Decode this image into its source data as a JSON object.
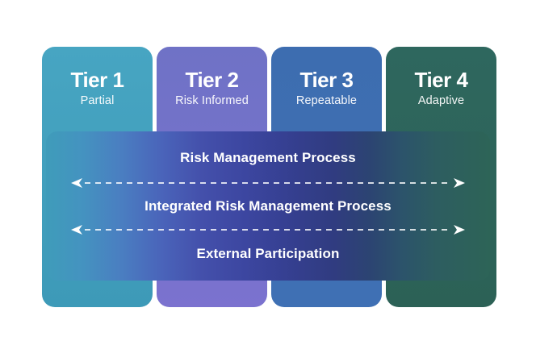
{
  "diagram": {
    "background": "#ffffff",
    "tiers": [
      {
        "label": "Tier 1",
        "sublabel": "Partial",
        "colors": [
          "#47a5c2",
          "#3d9ab8"
        ]
      },
      {
        "label": "Tier 2",
        "sublabel": "Risk Informed",
        "colors": [
          "#6f72c6",
          "#7b72cf"
        ]
      },
      {
        "label": "Tier 3",
        "sublabel": "Repeatable",
        "colors": [
          "#3d6db0",
          "#3f70b4"
        ]
      },
      {
        "label": "Tier 4",
        "sublabel": "Adaptive",
        "colors": [
          "#2e675e",
          "#2c6156"
        ]
      }
    ],
    "overlay": {
      "rows": [
        "Risk Management Process",
        "Integrated Risk Management Process",
        "External Participation"
      ],
      "arrow_color": "#ffffff",
      "arrow_line_opacity": "0.8",
      "gradient": [
        "#3f9cba 0%",
        "#4493c0 8%",
        "#4a7ec1 17%",
        "#4a64ba 26%",
        "#4450ab 35%",
        "#3c46a0 45%",
        "#353f90 55%",
        "#303c80 65%",
        "#2c4472 73%",
        "#2c536b 80%",
        "#2d5d60 88%",
        "#2d6457 100%"
      ]
    }
  }
}
